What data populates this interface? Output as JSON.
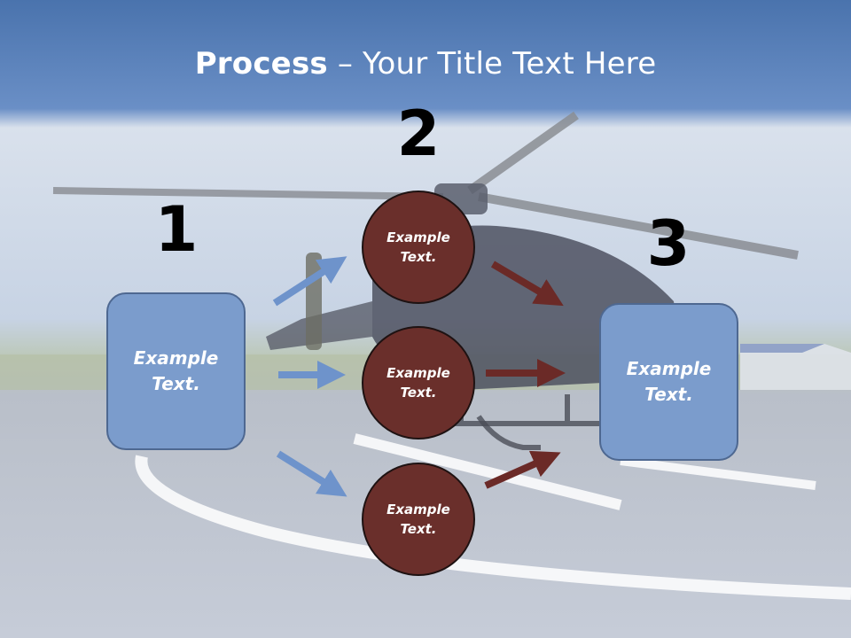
{
  "title": {
    "bold": "Process",
    "rest": " – Your Title Text Here"
  },
  "numbers": [
    "1",
    "2",
    "3"
  ],
  "left_box": {
    "line1": "Example",
    "line2": "Text."
  },
  "right_box": {
    "line1": "Example",
    "line2": "Text."
  },
  "circles": [
    {
      "line1": "Example",
      "line2": "Text."
    },
    {
      "line1": "Example",
      "line2": "Text."
    },
    {
      "line1": "Example",
      "line2": "Text."
    }
  ],
  "colors": {
    "header": "#5079b4",
    "box_fill": "#7b9ccc",
    "circle_fill": "#6a2f2b",
    "arrow_blue": "#6e93cb",
    "arrow_red": "#6b2a27"
  }
}
